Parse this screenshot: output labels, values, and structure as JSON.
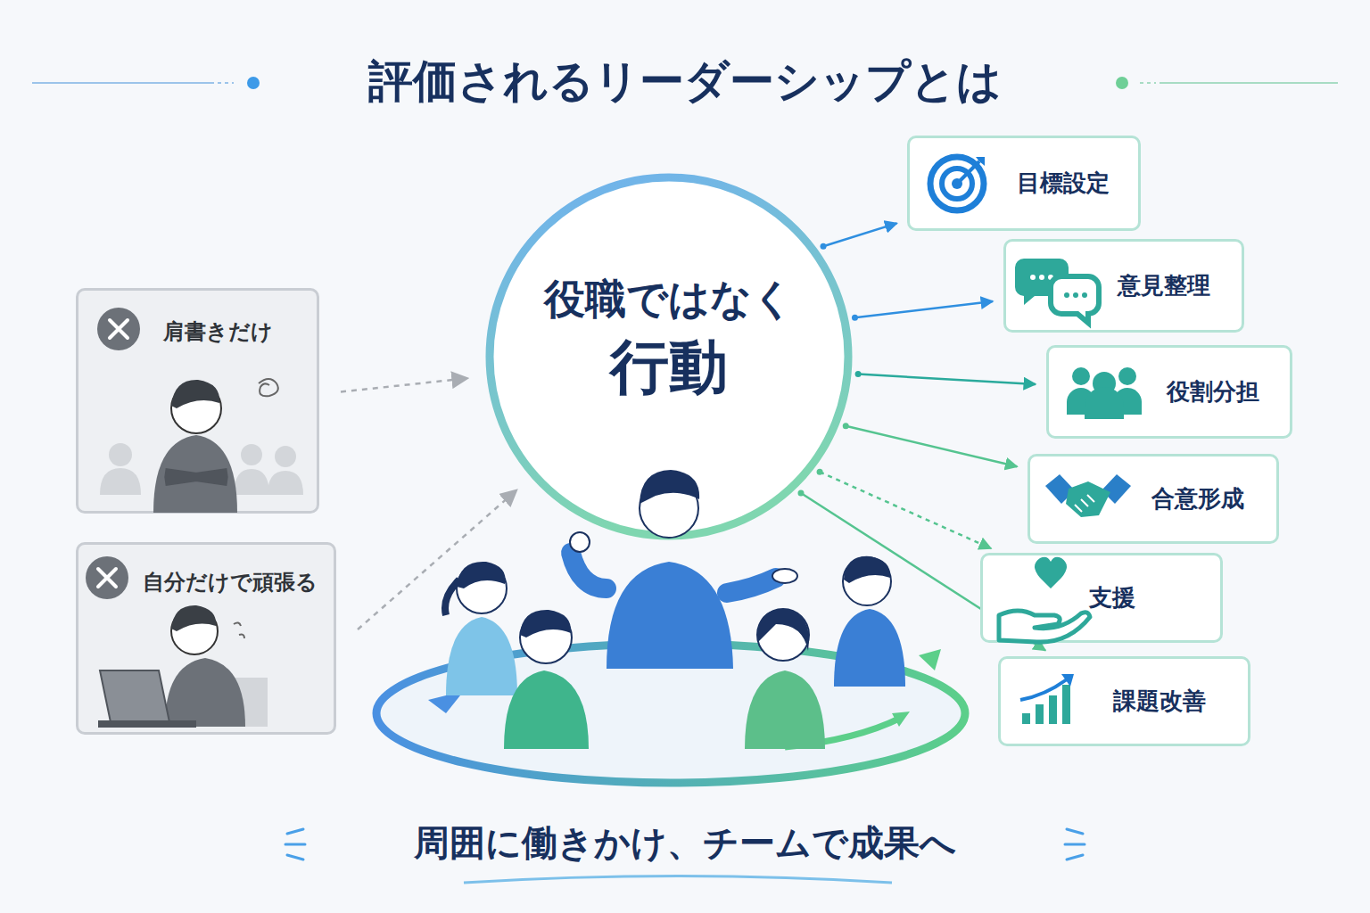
{
  "diagram": {
    "title": "評価されるリーダーシップとは",
    "caption": "周囲に働きかけ、チームで成果へ",
    "nodes": [
      {
        "text": [
          "肩書きだけ"
        ]
      },
      {
        "text": [
          "自分だけで頑張る"
        ]
      },
      {
        "text": [
          "役職ではなく",
          "行動"
        ]
      },
      {
        "text": [
          "目標設定"
        ]
      },
      {
        "text": [
          "意見整理"
        ]
      },
      {
        "text": [
          "役割分担"
        ]
      },
      {
        "text": [
          "合意形成"
        ]
      },
      {
        "text": [
          "支援"
        ]
      },
      {
        "text": [
          "課題改善"
        ]
      }
    ],
    "edges": [
      {
        "from": 0,
        "to": 2,
        "arrow": "to"
      },
      {
        "from": 1,
        "to": 2,
        "arrow": "to"
      },
      {
        "from": 2,
        "to": 3,
        "arrow": "to"
      },
      {
        "from": 2,
        "to": 4,
        "arrow": "to"
      },
      {
        "from": 2,
        "to": 5,
        "arrow": "to"
      },
      {
        "from": 2,
        "to": 6,
        "arrow": "to"
      },
      {
        "from": 2,
        "to": 7,
        "arrow": "to"
      },
      {
        "from": 2,
        "to": 8,
        "arrow": "to"
      }
    ]
  }
}
